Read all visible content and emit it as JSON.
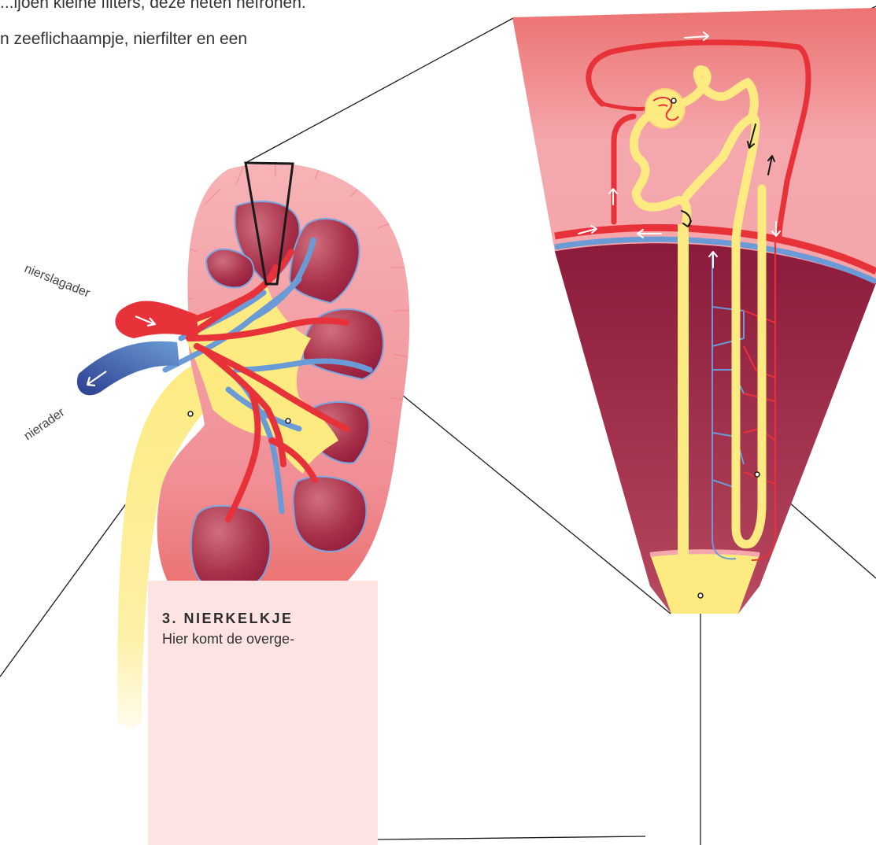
{
  "intro": {
    "line1": "...ljoen kleine filters, deze heten nefronen.",
    "line2": "n zeeflichaampje, nierfilter en een"
  },
  "labels": {
    "artery": "nierslagader",
    "vein": "nierader"
  },
  "callout": {
    "title": "3. NIERKELKJE",
    "text": "Hier komt de overge-"
  },
  "colors": {
    "artery": "#e8323a",
    "vein": "#6b9bd6",
    "vein_dark": "#2c3e8f",
    "ureter": "#fdeb82",
    "pyramid": "#9b2142",
    "cortex": "#f4a3a9",
    "callout_bg": "#fde4e3"
  }
}
